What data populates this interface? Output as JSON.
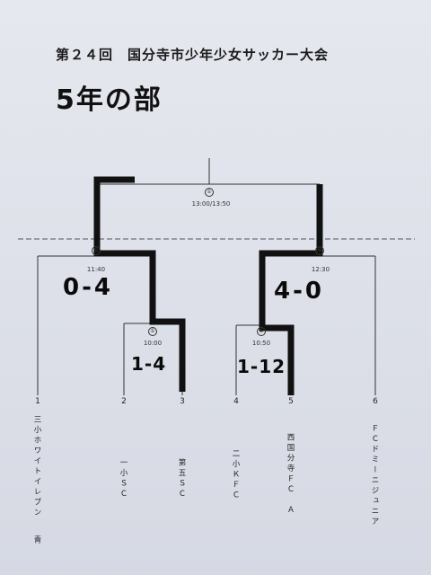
{
  "header": {
    "title": "第２４回　国分寺市少年少女サッカー大会",
    "division": "5年の部"
  },
  "matches": {
    "final": {
      "number": "①",
      "time": "13:00/13:50"
    },
    "semi_left": {
      "number": "①",
      "time": "11:40",
      "score": "0-4"
    },
    "semi_right": {
      "number": "④",
      "time": "12:30",
      "score": "4-0"
    },
    "qf_left": {
      "number": "①",
      "time": "10:00",
      "score": "1-4"
    },
    "qf_right": {
      "number": "②",
      "time": "10:50",
      "score": "1-12"
    }
  },
  "teams": [
    {
      "seed": "1",
      "name": "三小ホワイトイレブン",
      "note": "青"
    },
    {
      "seed": "2",
      "name": "一小ＳＣ"
    },
    {
      "seed": "3",
      "name": "第五ＳＣ"
    },
    {
      "seed": "4",
      "name": "二小ＫＦＣ"
    },
    {
      "seed": "5",
      "name": "西国分寺ＦＣ　Ａ"
    },
    {
      "seed": "6",
      "name": "ＦＣドミーニジュニア"
    }
  ]
}
